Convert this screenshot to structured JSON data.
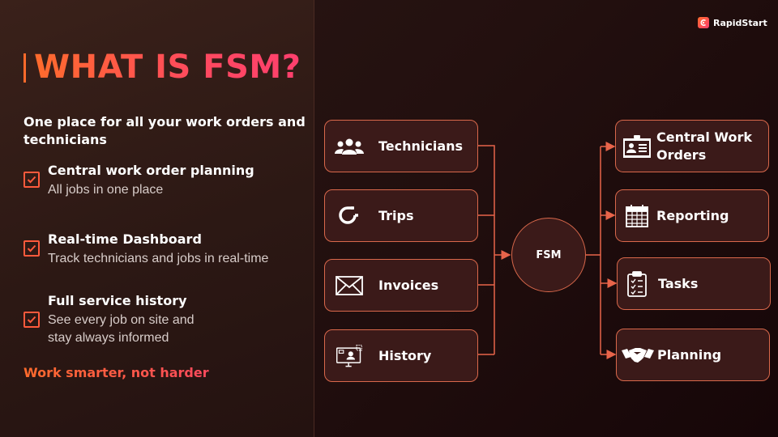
{
  "brand": {
    "name": "RapidStart"
  },
  "title": "WHAT IS FSM?",
  "subtitle": "One place for all your work orders and technicians",
  "features": [
    {
      "title": "Central work order planning",
      "description": "All jobs in one place"
    },
    {
      "title": "Real-time Dashboard",
      "description": "Track technicians and jobs in real-time"
    },
    {
      "title": "Full service history",
      "description": "See every job on site and stay always informed"
    }
  ],
  "tagline": "Work smarter, not harder",
  "diagram": {
    "center": "FSM",
    "inputs": [
      {
        "label": "Technicians",
        "icon": "users-icon"
      },
      {
        "label": "Trips",
        "icon": "magnet-icon"
      },
      {
        "label": "Invoices",
        "icon": "envelope-icon"
      },
      {
        "label": "History",
        "icon": "monitor-user-icon"
      }
    ],
    "outputs": [
      {
        "label": "Central Work Orders",
        "icon": "id-card-icon"
      },
      {
        "label": "Reporting",
        "icon": "calendar-icon"
      },
      {
        "label": "Tasks",
        "icon": "clipboard-checklist-icon"
      },
      {
        "label": "Planning",
        "icon": "handshake-icon"
      }
    ]
  },
  "colors": {
    "accent": "#ff6a2b",
    "accent_pink": "#ff3f6e",
    "node_border": "#d9684b",
    "connector": "#e8644a",
    "node_fill": "#3b1a19"
  }
}
